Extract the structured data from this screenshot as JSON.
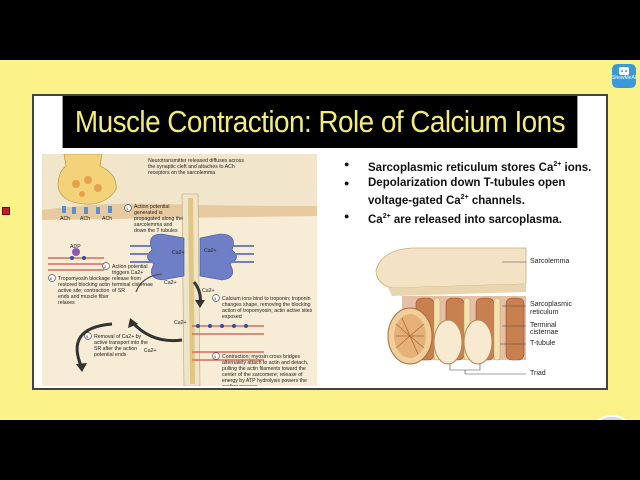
{
  "logo": {
    "text": "ShowMeAI"
  },
  "slide": {
    "title": "Muscle Contraction: Role of Calcium Ions",
    "bullets": [
      {
        "text": "Sarcoplasmic reticulum stores Ca",
        "sup": "2+",
        "tail": " ions."
      },
      {
        "text": "Depolarization down T-tubules open voltage-gated Ca",
        "sup": "2+",
        "tail": " channels."
      },
      {
        "text": "Ca",
        "sup": "2+",
        "tail": " are released into sarcoplasma."
      }
    ],
    "left_figure": {
      "captions": {
        "c0": "Neurotransmitter released diffuses across the synaptic cleft and attaches to ACh receptors on the sarcolemma",
        "c1": "Action potential generated is propagated along the sarcolemma and down the T tubules",
        "c2": "Action potential triggers Ca2+ release from terminal cisternae of SR",
        "c3": "Calcium ions bind to troponin; troponin changes shape, removing the blocking action of tropomyosin; actin active sites exposed",
        "c4": "Contraction; myosin cross bridges alternately attach to actin and detach, pulling the actin filaments toward the center of the sarcomere; release of energy by ATP hydrolysis powers the cycling process",
        "c5": "Removal of Ca2+ by active transport into the SR after the action potential ends",
        "c6": "Tropomyosin blockage restored blocking actin active site; contraction ends and muscle fiber relaxes"
      },
      "step_numbers": [
        "1",
        "2",
        "3",
        "4",
        "5",
        "6"
      ],
      "labels": {
        "ach": "ACh",
        "adp": "ADP",
        "ca": "Ca2+"
      }
    },
    "right_figure": {
      "labels": {
        "sarcolemma": "Sarcolemma",
        "sr": "Sarcoplasmic reticulum",
        "terminal": "Terminal cisternae",
        "ttubule": "T-tubule",
        "triad": "Triad"
      }
    }
  }
}
